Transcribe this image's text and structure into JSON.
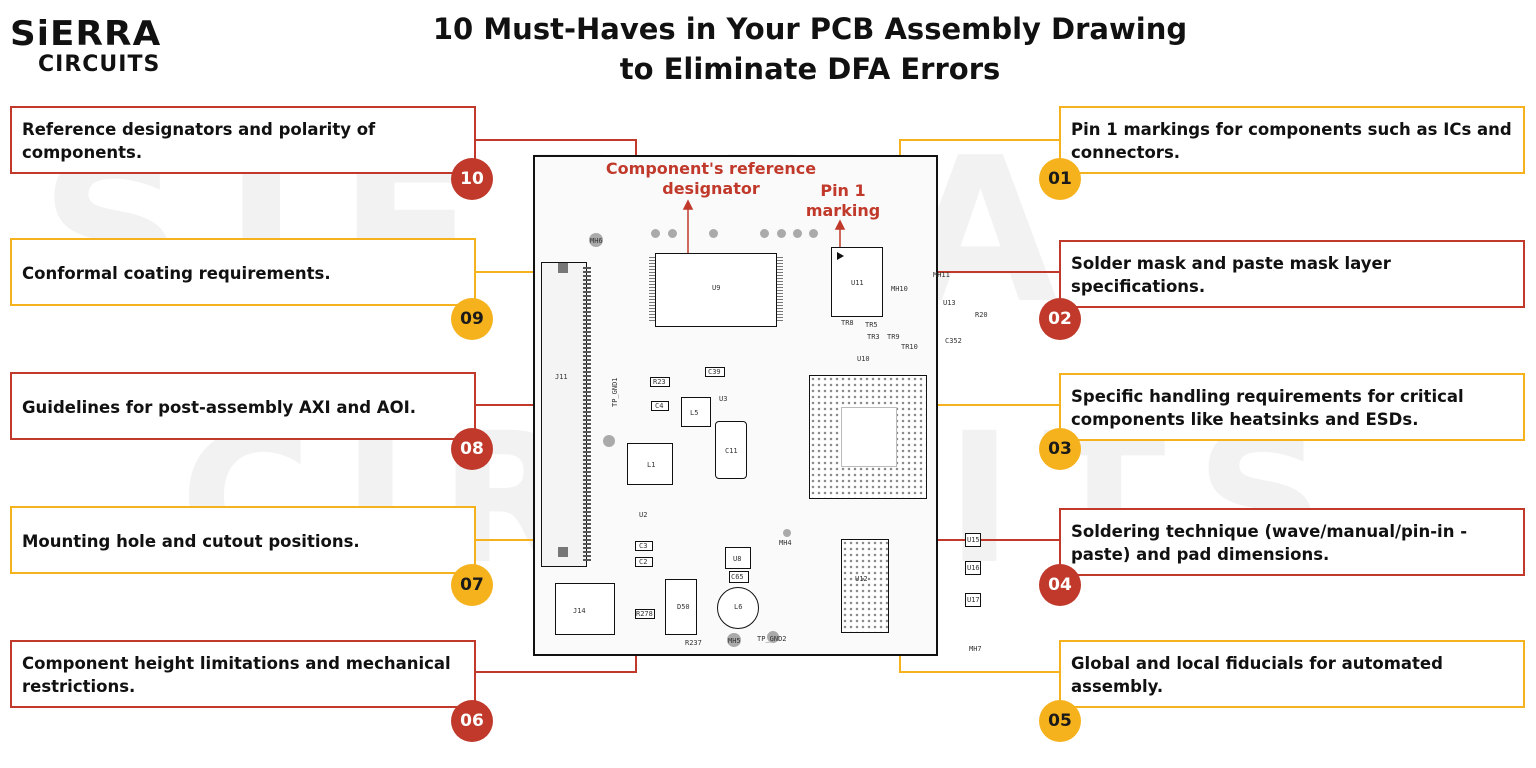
{
  "logo": {
    "line1": "SiERRA",
    "line2": "CIRCUITS"
  },
  "title": {
    "line1": "10 Must-Haves in Your PCB Assembly Drawing",
    "line2": "to Eliminate DFA Errors"
  },
  "watermark": {
    "line1": "SIERRA",
    "line2": "CIRCUITS"
  },
  "items": [
    {
      "num": "10",
      "text": "Reference designators and polarity of components.",
      "color": "#c0392b"
    },
    {
      "num": "09",
      "text": "Conformal coating requirements.",
      "color": "#f5b21c"
    },
    {
      "num": "08",
      "text": "Guidelines for post-assembly AXI and AOI.",
      "color": "#c0392b"
    },
    {
      "num": "07",
      "text": "Mounting hole and cutout positions.",
      "color": "#f5b21c"
    },
    {
      "num": "06",
      "text": "Component height limitations and mechanical restrictions.",
      "color": "#c0392b"
    },
    {
      "num": "01",
      "text": "Pin 1 markings for components such as ICs and connectors.",
      "color": "#f5b21c"
    },
    {
      "num": "02",
      "text": "Solder mask and paste mask layer specifications.",
      "color": "#c0392b"
    },
    {
      "num": "03",
      "text": "Specific handling requirements for critical components like heatsinks and ESDs.",
      "color": "#f5b21c"
    },
    {
      "num": "04",
      "text": "Soldering technique (wave/manual/pin-in -paste) and pad dimensions.",
      "color": "#c0392b"
    },
    {
      "num": "05",
      "text": "Global and local fiducials for automated assembly.",
      "color": "#f5b21c"
    }
  ],
  "board": {
    "annotation_ref": "Component's reference designator",
    "annotation_ref_line1": "Component's reference",
    "annotation_ref_line2": "designator",
    "annotation_pin1_line1": "Pin 1",
    "annotation_pin1_line2": "marking",
    "labels": {
      "u9": "U9",
      "u11": "U11",
      "u10": "U10",
      "u12": "U12",
      "j11": "J11",
      "j14": "J14",
      "l1": "L1",
      "l5": "L5",
      "l6": "L6",
      "c11": "C11",
      "c65": "C65",
      "d50": "D50",
      "mh6": "MH6",
      "mh4": "MH4",
      "mh5": "MH5",
      "mh10": "MH10",
      "mh11": "MH11",
      "mh7": "MH7",
      "tpgnd1": "TP_GND1",
      "tpgnd2": "TP_GND2",
      "r23": "R23",
      "r278": "R278",
      "r237": "R237",
      "c39": "C39",
      "c3": "C3",
      "c2": "C2",
      "c4": "C4",
      "u8": "U8",
      "u13": "U13",
      "u15": "U15",
      "u16": "U16",
      "u17": "U17",
      "u2": "U2",
      "u3": "U3",
      "tr8": "TR8",
      "tr5": "TR5",
      "tr3": "TR3",
      "tr9": "TR9",
      "tr10": "TR10",
      "c352": "C352",
      "r20": "R20"
    }
  }
}
